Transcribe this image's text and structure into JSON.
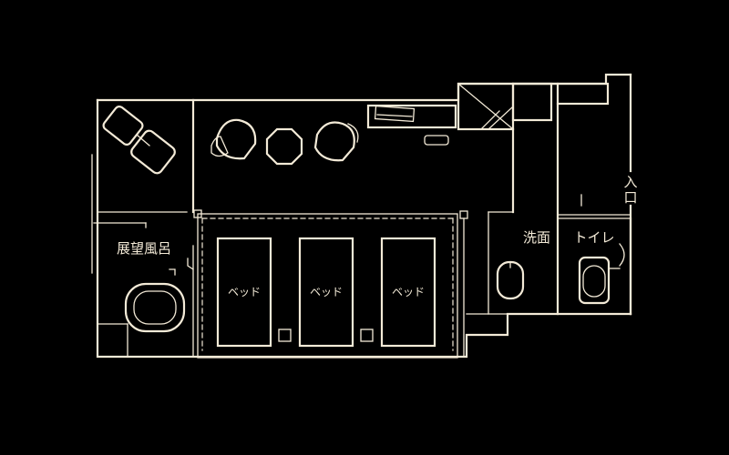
{
  "colors": {
    "background": "#000000",
    "line": "#f3ead7"
  },
  "rooms": {
    "bath": "展望風呂",
    "washroom": "洗面",
    "toilet": "トイレ",
    "entrance_line1": "入",
    "entrance_line2": "口"
  },
  "beds": [
    "ベッド",
    "ベッド",
    "ベッド"
  ]
}
